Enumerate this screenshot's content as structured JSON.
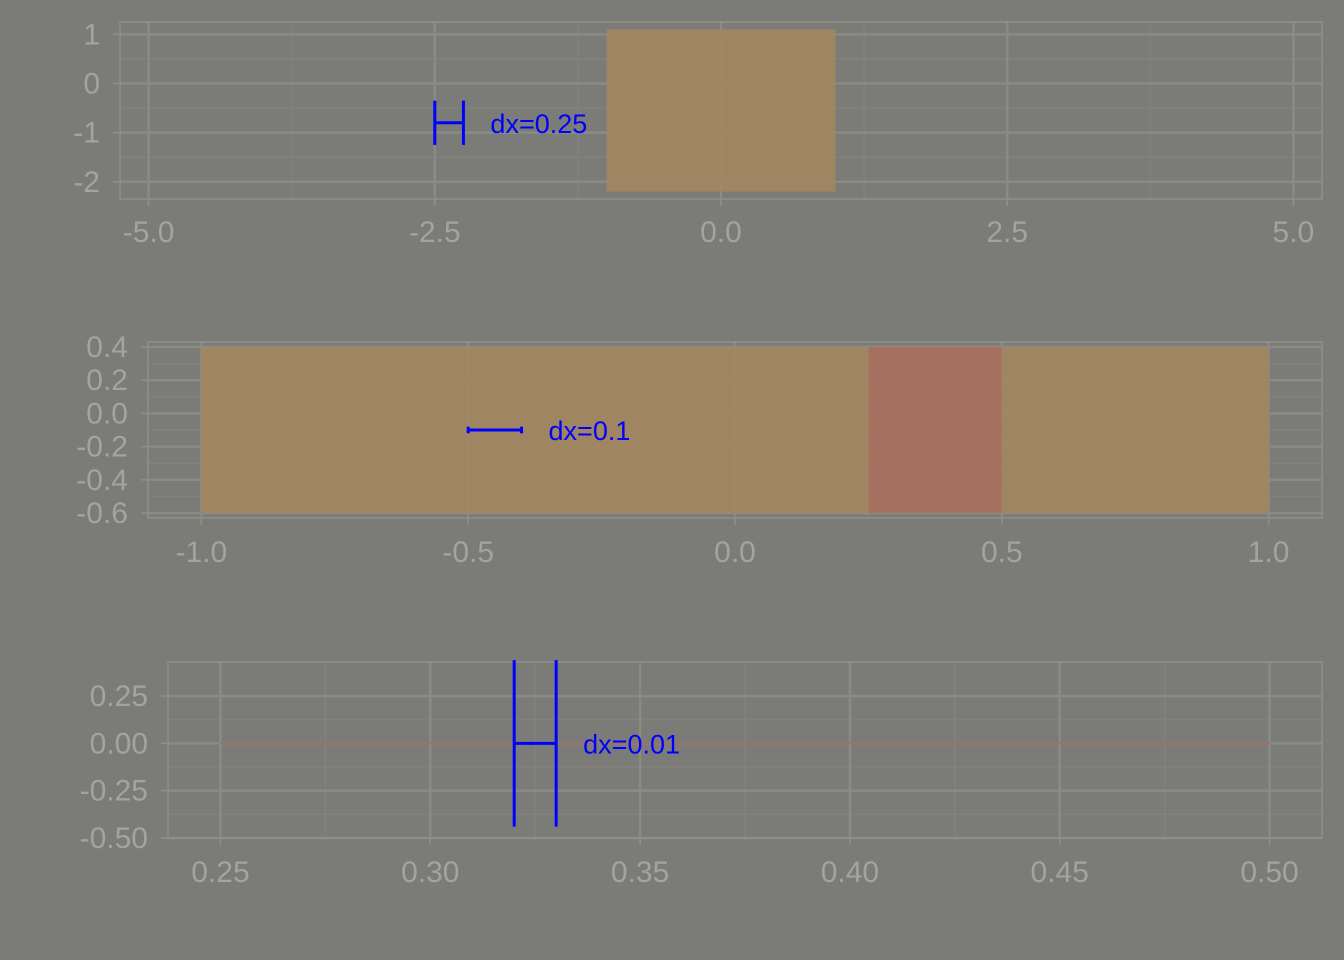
{
  "colors": {
    "background": "#7b7c77",
    "grid_major": "#8a8b86",
    "grid_minor": "#82837e",
    "axis_frame": "#8f908b",
    "tick_text": "#a3a49f",
    "annotation": "#0000ff",
    "rect_orange": "#a3865f",
    "rect_red": "#a66e62",
    "line_red": "#9b6f6a"
  },
  "chart_data": [
    {
      "type": "area",
      "title": "",
      "xlabel": "",
      "ylabel": "",
      "xlim": [
        -5.25,
        5.25
      ],
      "ylim": [
        -2.35,
        1.25
      ],
      "x_ticks": [
        -5.0,
        -2.5,
        0.0,
        2.5,
        5.0
      ],
      "x_tick_labels": [
        "-5.0",
        "-2.5",
        "0.0",
        "2.5",
        "5.0"
      ],
      "y_ticks": [
        1,
        0,
        -1,
        -2
      ],
      "y_tick_labels": [
        "1",
        "0",
        "-1",
        "-2"
      ],
      "rects": [
        {
          "x0": -1.0,
          "x1": 1.0,
          "y0": -2.2,
          "y1": 1.1,
          "color": "orange"
        }
      ],
      "lines": [],
      "scale_bar": {
        "x": -2.5,
        "dx": 0.25,
        "y": -0.8,
        "half_height": 0.45,
        "label": "dx=0.25"
      },
      "grid": true
    },
    {
      "type": "area",
      "title": "",
      "xlabel": "",
      "ylabel": "",
      "xlim": [
        -1.1,
        1.1
      ],
      "ylim": [
        -0.63,
        0.43
      ],
      "x_ticks": [
        -1.0,
        -0.5,
        0.0,
        0.5,
        1.0
      ],
      "x_tick_labels": [
        "-1.0",
        "-0.5",
        "0.0",
        "0.5",
        "1.0"
      ],
      "y_ticks": [
        0.4,
        0.2,
        0.0,
        -0.2,
        -0.4,
        -0.6
      ],
      "y_tick_labels": [
        "0.4",
        "0.2",
        "0.0",
        "-0.2",
        "-0.4",
        "-0.6"
      ],
      "rects": [
        {
          "x0": -1.0,
          "x1": 1.0,
          "y0": -0.6,
          "y1": 0.4,
          "color": "orange"
        },
        {
          "x0": 0.25,
          "x1": 0.5,
          "y0": -0.6,
          "y1": 0.4,
          "color": "red"
        }
      ],
      "lines": [],
      "scale_bar": {
        "x": -0.5,
        "dx": 0.1,
        "y": -0.1,
        "half_height": 0.02,
        "label": "dx=0.1"
      },
      "grid": true
    },
    {
      "type": "line",
      "title": "",
      "xlabel": "",
      "ylabel": "",
      "xlim": [
        0.2375,
        0.5125
      ],
      "ylim": [
        -0.5,
        0.43
      ],
      "x_ticks": [
        0.25,
        0.3,
        0.35,
        0.4,
        0.45,
        0.5
      ],
      "x_tick_labels": [
        "0.25",
        "0.30",
        "0.35",
        "0.40",
        "0.45",
        "0.50"
      ],
      "y_ticks": [
        0.25,
        0.0,
        -0.25,
        -0.5
      ],
      "y_tick_labels": [
        "0.25",
        "0.00",
        "-0.25",
        "-0.50"
      ],
      "rects": [],
      "lines": [
        {
          "x": [
            0.25,
            0.5
          ],
          "y": [
            0.0,
            0.0
          ],
          "color": "red"
        }
      ],
      "scale_bar": {
        "x": 0.32,
        "dx": 0.01,
        "y": 0.0,
        "half_height": 0.44,
        "label": "dx=0.01"
      },
      "grid": true
    }
  ]
}
